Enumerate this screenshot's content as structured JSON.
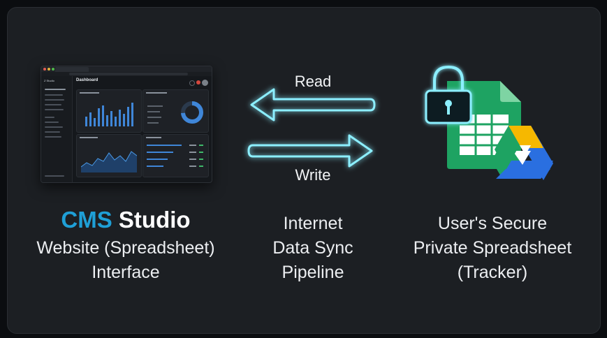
{
  "left": {
    "title_part1": "CMS",
    "title_part2": "Studio",
    "subtitle_line1": "Website (Spreadsheet)",
    "subtitle_line2": "Interface",
    "mock_logo": "Z Studio",
    "mock_heading": "Dashboard"
  },
  "middle": {
    "read_label": "Read",
    "write_label": "Write",
    "line1": "Internet",
    "line2": "Data Sync",
    "line3": "Pipeline"
  },
  "right": {
    "line1": "User's Secure",
    "line2": "Private Spreadsheet",
    "line3": "(Tracker)"
  },
  "colors": {
    "accent_cyan": "#1f9fd6",
    "glow": "#7fe6ff",
    "sheet_green": "#1ea362",
    "drive_yellow": "#f6b800",
    "drive_blue": "#2a6fe0",
    "drive_green": "#1ea362"
  },
  "icons": [
    "padlock-icon",
    "spreadsheet-icon",
    "drive-icon",
    "left-arrow-icon",
    "right-arrow-icon"
  ]
}
